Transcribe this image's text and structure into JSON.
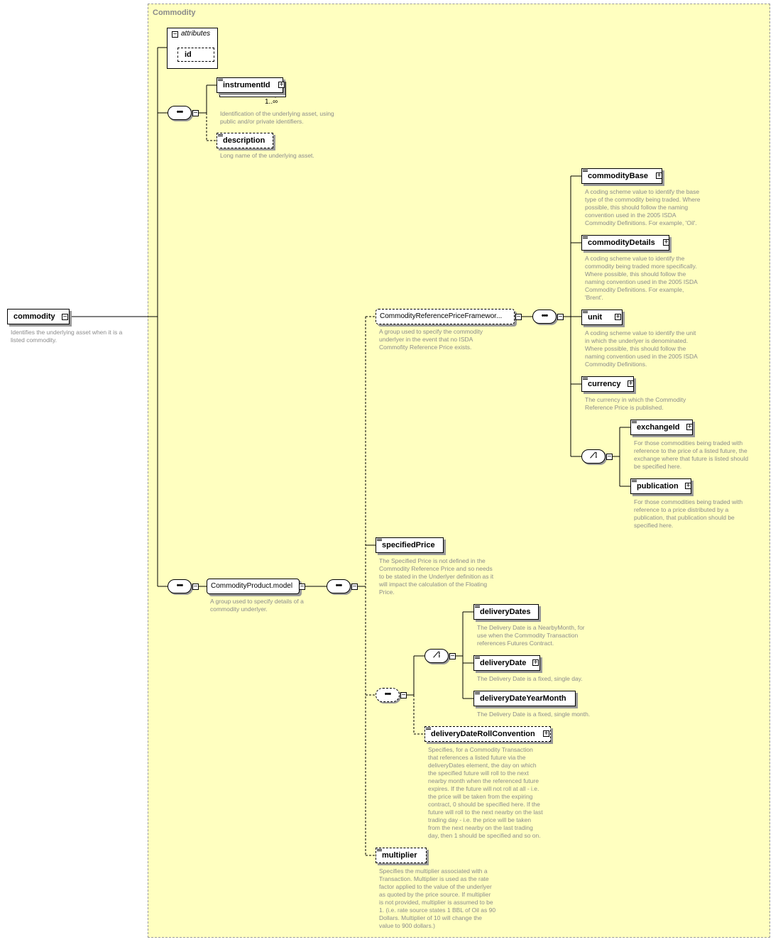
{
  "frame": {
    "title": "Commodity"
  },
  "root": {
    "label": "commodity",
    "desc": [
      "Identifies the underlying asset when it is a",
      "listed commodity."
    ]
  },
  "attributes": {
    "title": "attributes",
    "id_label": "id"
  },
  "instrumentId": {
    "label": "instrumentId",
    "cardinality": "1..∞",
    "desc": [
      "Identification of the underlying asset, using",
      "public and/or private identifiers."
    ]
  },
  "description": {
    "label": "description",
    "desc": [
      "Long name of the underlying asset."
    ]
  },
  "productModel": {
    "label": "CommodityProduct.model",
    "desc": [
      "A group used to specify details of a",
      "commodity underlyer."
    ]
  },
  "frameworkGroup": {
    "label": "CommodityReferencePriceFramewor...",
    "desc": [
      "A group used to specify the commodity",
      "underlyer in the event that no ISDA",
      "Commofity Reference Price exists."
    ]
  },
  "commodityBase": {
    "label": "commodityBase",
    "desc": [
      "A coding scheme value to identify the base",
      "type of the commodity being traded. Where",
      "possible, this should follow the naming",
      "convention used in the 2005 ISDA",
      "Commodity Definitions. For example, 'Oil'."
    ]
  },
  "commodityDetails": {
    "label": "commodityDetails",
    "desc": [
      "A coding scheme value to identify the",
      "commodity being traded more specifically.",
      "Where possible, this should follow the",
      "naming convention used in the 2005 ISDA",
      "Commodity Definitions. For example,",
      "'Brent'."
    ]
  },
  "unit": {
    "label": "unit",
    "desc": [
      "A coding scheme value to identify the unit",
      "in which the underlyer is denominated.",
      "Where possible, this should follow the",
      "naming convention used in the 2005 ISDA",
      "Commodity Definitions."
    ]
  },
  "currency": {
    "label": "currency",
    "desc": [
      "The currency in which the Commodity",
      "Reference Price is published."
    ]
  },
  "exchangeId": {
    "label": "exchangeId",
    "desc": [
      "For those commodities being traded with",
      "reference to the price of a listed future, the",
      "exchange where that future is listed should",
      "be specified here."
    ]
  },
  "publication": {
    "label": "publication",
    "desc": [
      "For those commodities being traded with",
      "reference to a price distributed by a",
      "publication, that publication should be",
      "specified here."
    ]
  },
  "specifiedPrice": {
    "label": "specifiedPrice",
    "desc": [
      "The Specified Price is not defined in the",
      "Commodity Reference Price and so needs",
      "to be stated in the Underlyer definition as it",
      "will impact the calculation of the Floating",
      "Price."
    ]
  },
  "deliveryDates": {
    "label": "deliveryDates",
    "desc": [
      "The Delivery Date is a NearbyMonth, for",
      "use when the Commodity Transaction",
      "references Futures Contract."
    ]
  },
  "deliveryDate": {
    "label": "deliveryDate",
    "desc": [
      "The Delivery Date is a fixed, single day."
    ]
  },
  "deliveryDateYearMonth": {
    "label": "deliveryDateYearMonth",
    "desc": [
      "The Delivery Date is a fixed, single month."
    ]
  },
  "deliveryDateRollConvention": {
    "label": "deliveryDateRollConvention",
    "desc": [
      "Specifies, for a Commodity Transaction",
      "that references a listed future via the",
      "deliveryDates element, the day on which",
      "the specified future will roll to the next",
      "nearby month when the referenced future",
      "expires. If the future will not roll at all - i.e.",
      "the price will be taken from the expiring",
      "contract, 0 should be specified here. If the",
      "future will roll to the next nearby on the last",
      "trading day - i.e. the price will be taken",
      "from the next nearby on the last trading",
      "day, then 1 should be specified and so on."
    ]
  },
  "multiplier": {
    "label": "multiplier",
    "desc": [
      "Specifies the multiplier associated with a",
      "Transaction. Multiplier is used as the rate",
      "factor applied to the value of the underlyer",
      "as quoted by the price source. If multiplier",
      "is not provided, multiplier is assumed to be",
      "1. (i.e. rate source states 1 BBL of Oil as 90",
      "Dollars. Multiplier of 10 will change the",
      "value to 900 dollars.)"
    ]
  },
  "colors": {
    "frame_bg": "#ffffc0",
    "desc_text": "#8c8c8c",
    "line": "#000000"
  }
}
